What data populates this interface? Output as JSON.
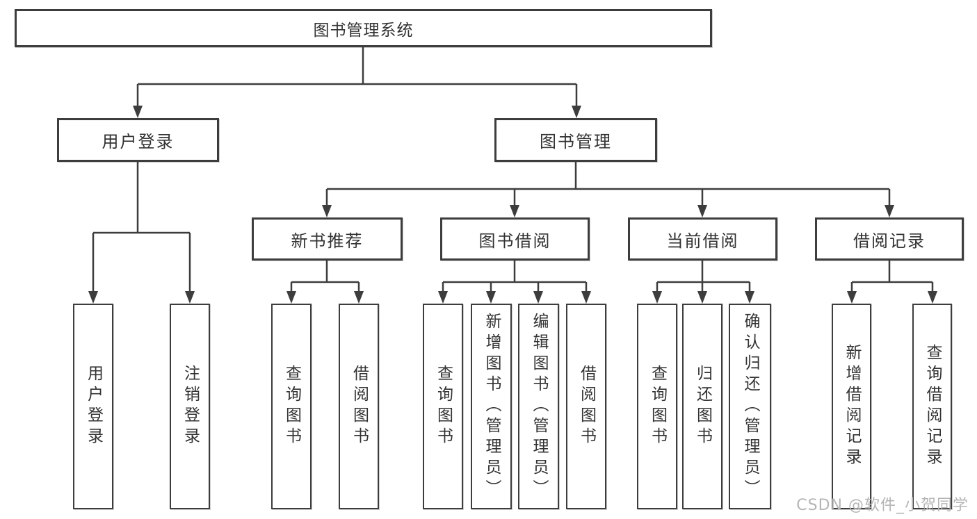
{
  "diagram": {
    "root": {
      "label": "图书管理系统",
      "children": [
        {
          "label": "用户登录",
          "children": [
            {
              "label": "用户登录"
            },
            {
              "label": "注销登录"
            }
          ]
        },
        {
          "label": "图书管理",
          "children": [
            {
              "label": "新书推荐",
              "children": [
                {
                  "label": "查询图书"
                },
                {
                  "label": "借阅图书"
                }
              ]
            },
            {
              "label": "图书借阅",
              "children": [
                {
                  "label": "查询图书"
                },
                {
                  "label": "新增图书（管理员）"
                },
                {
                  "label": "编辑图书（管理员）"
                },
                {
                  "label": "借阅图书"
                }
              ]
            },
            {
              "label": "当前借阅",
              "children": [
                {
                  "label": "查询图书"
                },
                {
                  "label": "归还图书"
                },
                {
                  "label": "确认归还（管理员）"
                }
              ]
            },
            {
              "label": "借阅记录",
              "children": [
                {
                  "label": "新增借阅记录"
                },
                {
                  "label": "查询借阅记录"
                }
              ]
            }
          ]
        }
      ]
    }
  },
  "watermark": {
    "text": "CSDN @软件_小贺同学"
  },
  "colors": {
    "line": "#3d3d3d",
    "text": "#333333",
    "watermark": "#b5b5b5",
    "background": "#ffffff"
  }
}
